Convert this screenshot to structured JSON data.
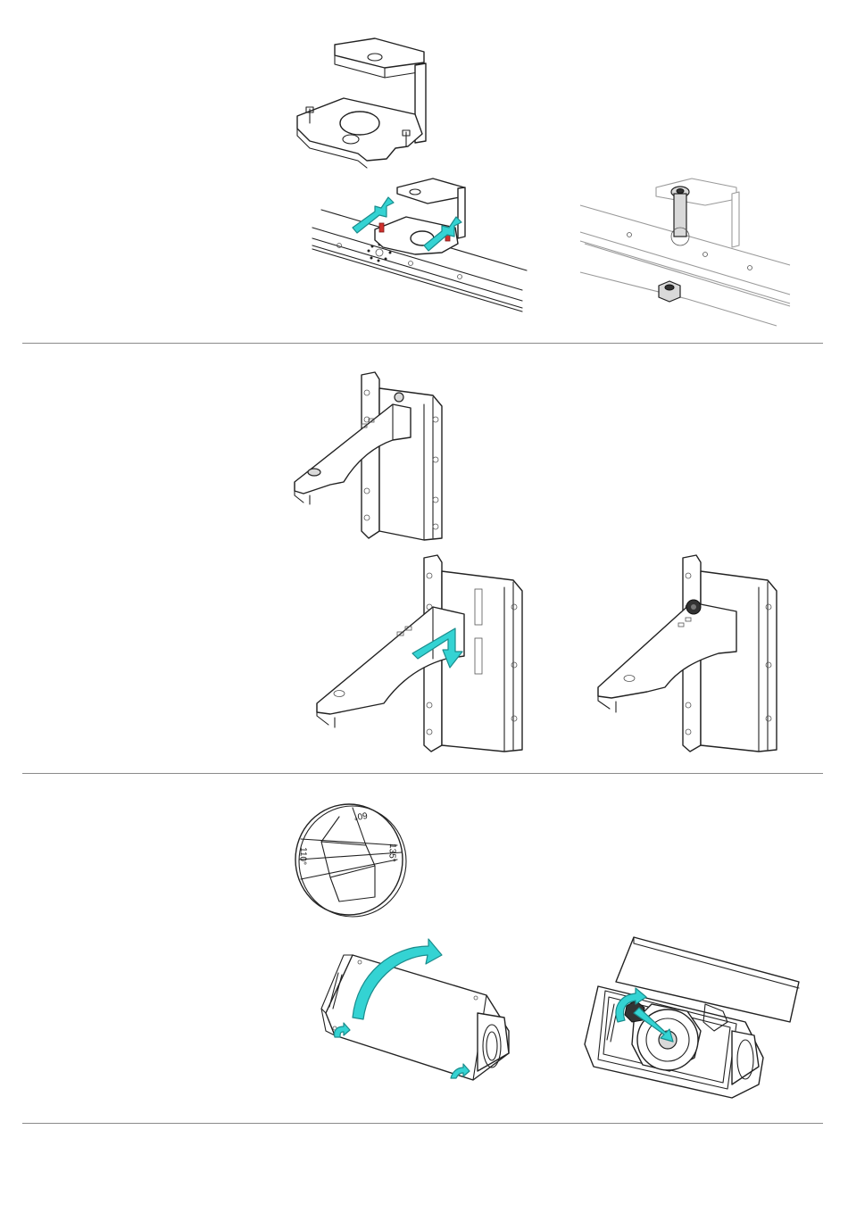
{
  "figures": {
    "horn_labels": {
      "a": "60°",
      "b": "110°",
      "c": "135°"
    }
  },
  "colors": {
    "arrow": "#34d3d3",
    "pin": "#d0312d",
    "line": "#222222",
    "separator": "#8a8a8a"
  }
}
